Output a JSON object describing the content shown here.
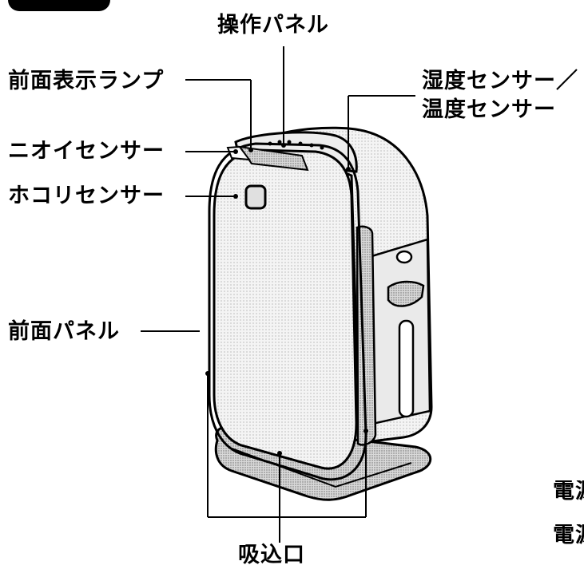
{
  "labels": {
    "operation_panel": "操作パネル",
    "front_lamp": "前面表示ランプ",
    "odor_sensor": "ニオイセンサー",
    "dust_sensor": "ホコリセンサー",
    "front_panel": "前面パネル",
    "humidity_sensor_line1": "湿度センサー／",
    "humidity_sensor_line2": "温度センサー",
    "intake": "吸込口",
    "power_cut_1": "電源",
    "power_cut_2": "電源"
  },
  "colors": {
    "ink": "#000000",
    "body_fill": "#e6e6e6",
    "panel_fill": "#f1f1f1",
    "dark_fill": "#c8c8c8"
  }
}
